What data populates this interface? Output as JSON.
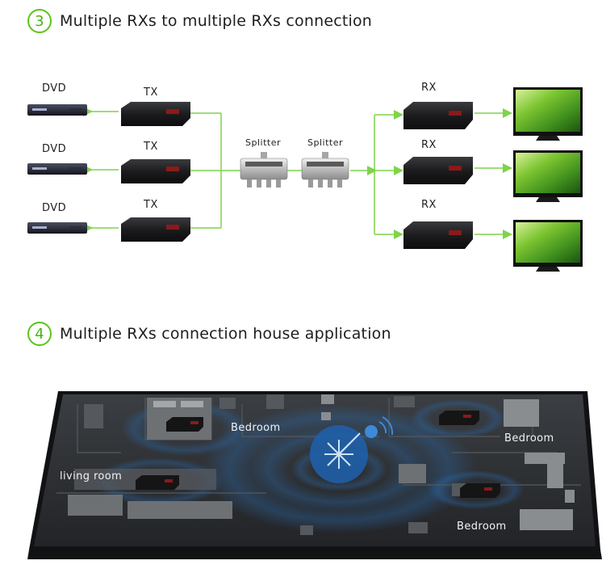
{
  "section3": {
    "number": "3",
    "title": "Multiple RXs to multiple RXs connection"
  },
  "section4": {
    "number": "4",
    "title": "Multiple RXs connection house application"
  },
  "diagram": {
    "dvd_labels": [
      "DVD",
      "DVD",
      "DVD"
    ],
    "tx_labels": [
      "TX",
      "TX",
      "TX"
    ],
    "splitter_labels": [
      "Splitter",
      "Splitter"
    ],
    "rx_labels": [
      "RX",
      "RX",
      "RX"
    ]
  },
  "house": {
    "rooms": [
      "Bedroom",
      "Bedroom",
      "living room",
      "Bedroom"
    ]
  },
  "colors": {
    "accent_green": "#5cc41a",
    "line_green": "#7fd44a",
    "device_dark": "#1b1b1d",
    "panel_dark": "#2e3033",
    "signal_blue": "#2a6cb0"
  },
  "icons": [
    "dvd-player-icon",
    "tx-unit-icon",
    "splitter-icon",
    "rx-unit-icon",
    "tv-icon",
    "router-signal-icon"
  ]
}
